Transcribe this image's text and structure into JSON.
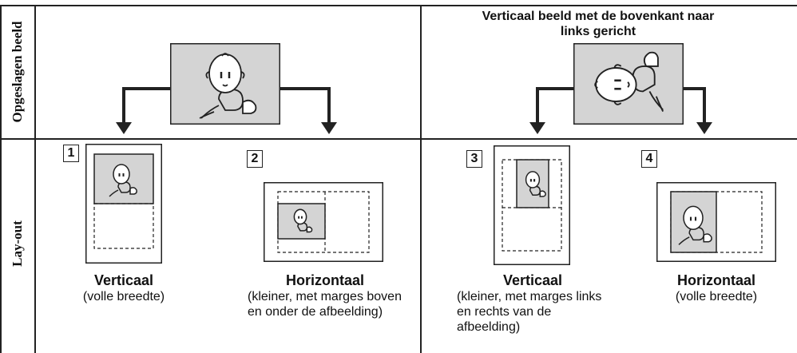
{
  "rows": {
    "stored_label": "Opgeslagen beeld",
    "layout_label": "Lay-out"
  },
  "right_heading": "Verticaal beeld met de bovenkant naar links gericht",
  "layouts": [
    {
      "number": "1",
      "title": "Verticaal",
      "desc": "(volle breedte)"
    },
    {
      "number": "2",
      "title": "Horizontaal",
      "desc": "(kleiner, met marges boven en onder de afbeelding)"
    },
    {
      "number": "3",
      "title": "Verticaal",
      "desc": "(kleiner, met marges links en rechts van de afbeelding)"
    },
    {
      "number": "4",
      "title": "Horizontaal",
      "desc": "(volle breedte)"
    }
  ],
  "icons": {
    "baby": "baby-figure-icon",
    "arrow": "elbow-arrow-icon"
  },
  "colors": {
    "image_fill": "#d4d4d4",
    "line": "#222222",
    "paper": "#ffffff"
  }
}
